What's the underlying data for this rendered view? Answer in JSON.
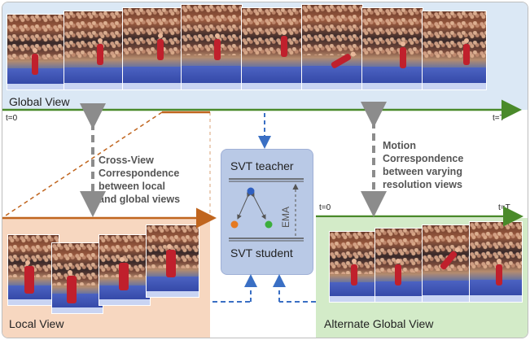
{
  "global_view": {
    "label": "Global View",
    "t_start": "t=0",
    "t_end": "t=T"
  },
  "local_view": {
    "label": "Local View"
  },
  "alternate_view": {
    "label": "Alternate Global View",
    "t_start": "t=0",
    "t_end": "t=T"
  },
  "cross_view": {
    "lines": [
      "Cross-View",
      "Correspondence",
      "between local",
      "and global views"
    ]
  },
  "motion": {
    "lines": [
      "Motion",
      "Correspondence",
      "between varying",
      "resolution views"
    ]
  },
  "svt": {
    "teacher": "SVT teacher",
    "student": "SVT student",
    "ema": "EMA"
  },
  "colors": {
    "global_axis": "#4a8a2a",
    "local_axis": "#c0651e",
    "alt_axis": "#4a8a2a",
    "gray_arrow": "#8c8c8c",
    "blue_dash": "#3a6fc4",
    "node_blue": "#2f5fc0",
    "node_orange": "#e57a22",
    "node_green": "#3cae3c"
  }
}
